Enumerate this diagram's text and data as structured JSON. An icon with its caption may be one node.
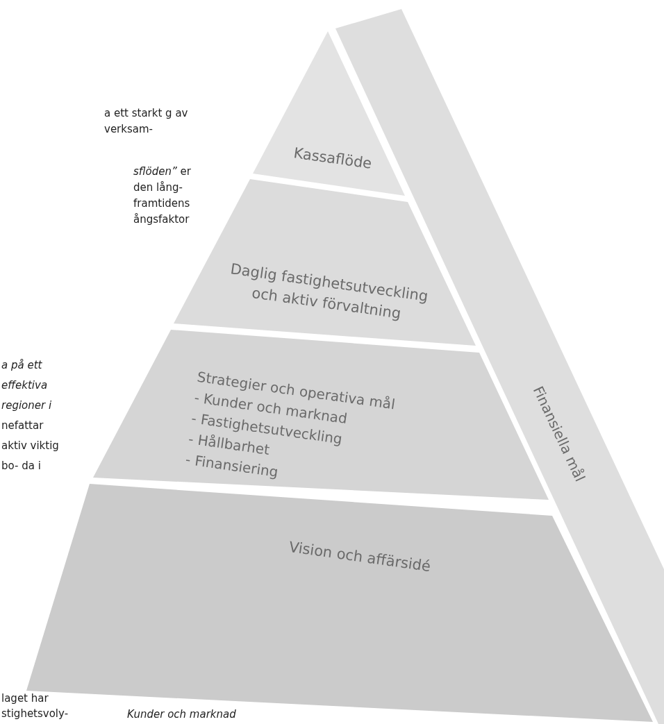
{
  "diagram": {
    "nodes": [
      {
        "text": [
          "Kassaflöde"
        ]
      },
      {
        "text": [
          "Daglig fastighetsutveckling och aktiv förvaltning"
        ]
      },
      {
        "text": [
          "Strategier och operativa mål",
          "- Kunder och marknad",
          "- Fastighetsutveckling",
          "- Hållbarhet",
          "- Finansiering"
        ]
      },
      {
        "text": [
          "Vision och affärsidé"
        ]
      },
      {
        "text": [
          "Finansiella mål"
        ]
      }
    ],
    "edges": [],
    "labels": [
      "a ett starkt g av verksam-",
      "*sflöden”* er den lång- framtidens ångsfaktor",
      "*a på ett effektiva regioner i* nefattar aktiv viktig bo- da i",
      "laget har stighetsvoly-",
      "Kunder och marknad"
    ]
  }
}
